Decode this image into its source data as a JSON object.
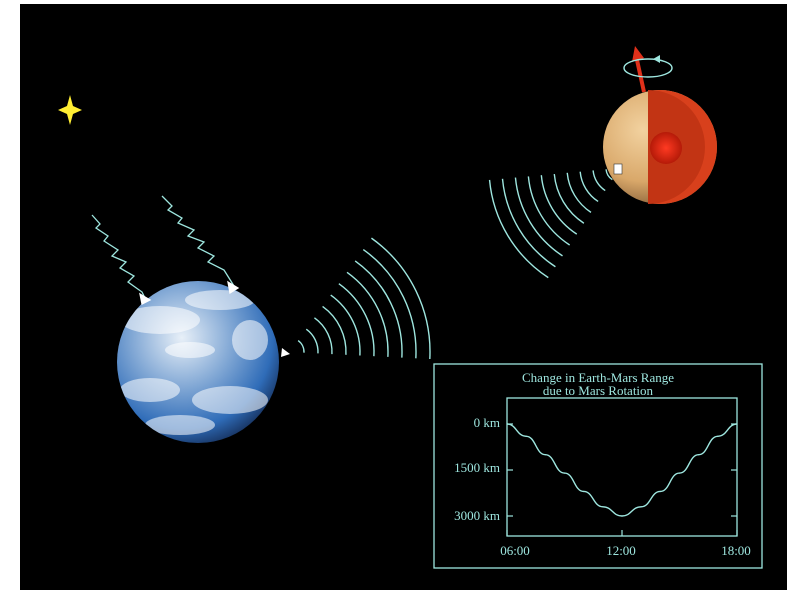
{
  "colors": {
    "background": "#000000",
    "line": "#9ee6df",
    "star": "#ffee33",
    "mars_surface": "#d9a86a",
    "mars_core": "#e02a10",
    "earth_ocean": "#2f6cb8"
  },
  "icons": [
    "star-icon",
    "earth-icon",
    "mars-icon",
    "rotation-arrow-icon"
  ],
  "chart_data": {
    "type": "line",
    "title": "Change in Earth-Mars Range",
    "subtitle": "due to Mars Rotation",
    "x_tick_labels": [
      "06:00",
      "12:00",
      "18:00"
    ],
    "y_tick_labels": [
      "0 km",
      "1500 km",
      "3000 km"
    ],
    "x": [
      "06:00",
      "07:00",
      "08:00",
      "09:00",
      "10:00",
      "11:00",
      "12:00",
      "13:00",
      "14:00",
      "15:00",
      "16:00",
      "17:00",
      "18:00"
    ],
    "values": [
      0,
      400,
      1000,
      1600,
      2200,
      2700,
      3000,
      2700,
      2200,
      1600,
      1000,
      400,
      0
    ],
    "x_range_hours": [
      6,
      18
    ],
    "ylim_km": [
      0,
      3000
    ],
    "y_direction": "increasing downward"
  }
}
